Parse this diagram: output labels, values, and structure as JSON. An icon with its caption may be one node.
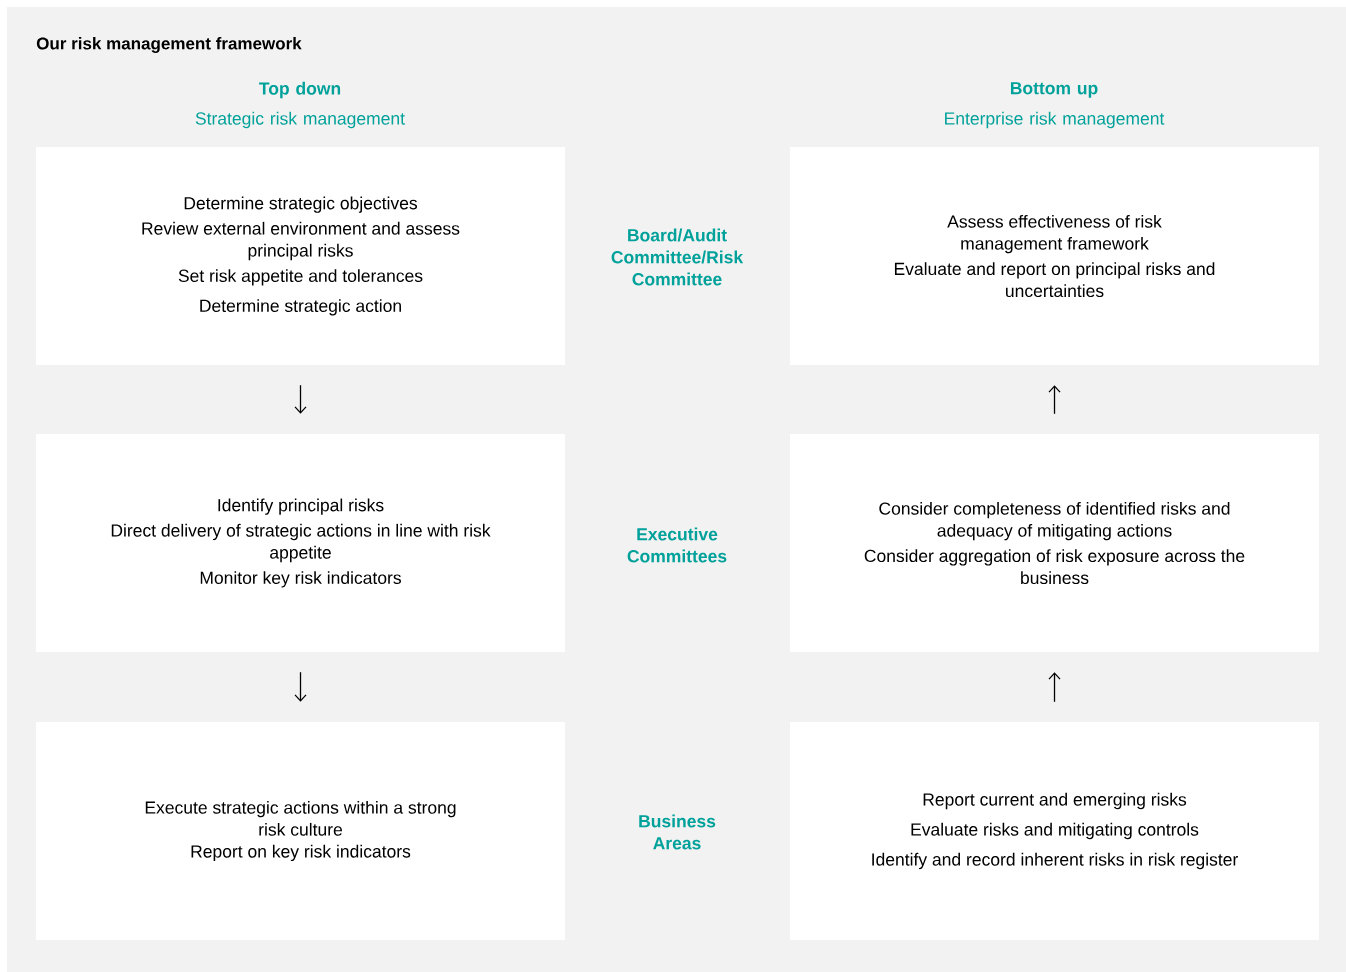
{
  "diagram": {
    "title": "Our risk management framework",
    "nodes": [
      {
        "text": [
          "Determine strategic objectives",
          "Review external environment and assess principal risks",
          "Set risk appetite and tolerances",
          "Determine strategic action"
        ]
      },
      {
        "text": [
          "Assess effectiveness of risk management framework",
          "Evaluate and report on principal risks and uncertainties"
        ]
      },
      {
        "text": [
          "Identify principal risks",
          "Direct delivery of strategic actions in line with risk appetite",
          "Monitor key risk indicators"
        ]
      },
      {
        "text": [
          "Consider completeness of identified risks and adequacy of mitigating actions",
          "Consider aggregation of risk exposure across the business"
        ]
      },
      {
        "text": [
          "Execute strategic actions within a strong risk culture",
          "Report on key risk indicators"
        ]
      },
      {
        "text": [
          "Report current and emerging risks",
          "Evaluate risks and mitigating controls",
          "Identify and record inherent risks in risk register"
        ]
      }
    ],
    "edges": [
      {
        "from": 0,
        "to": 2,
        "arrow": "to"
      },
      {
        "from": 2,
        "to": 4,
        "arrow": "to"
      },
      {
        "from": 5,
        "to": 3,
        "arrow": "to"
      },
      {
        "from": 3,
        "to": 1,
        "arrow": "to"
      }
    ],
    "labels": [
      "Top down",
      "Strategic risk management",
      "Bottom up",
      "Enterprise risk management",
      "Board/Audit Committee/Risk Committee",
      "Executive Committees",
      "Business Areas"
    ]
  }
}
